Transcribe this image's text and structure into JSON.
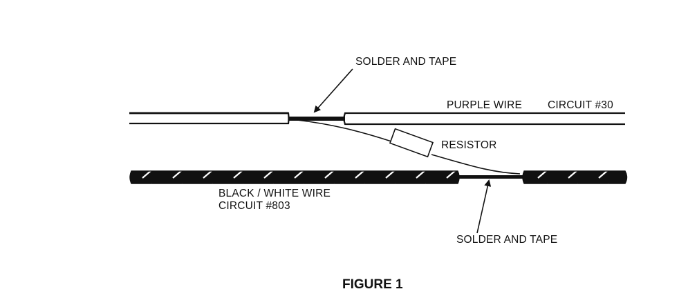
{
  "labels": {
    "top_callout": "SOLDER AND TAPE",
    "purple_wire": "PURPLE WIRE",
    "purple_circuit": "CIRCUIT #30",
    "resistor": "RESISTOR",
    "black_white_wire": "BLACK / WHITE WIRE",
    "black_white_circuit": "CIRCUIT #803",
    "bottom_callout": "SOLDER AND TAPE",
    "figure_title": "FIGURE 1"
  },
  "colors": {
    "ink": "#111111",
    "paper": "#ffffff"
  }
}
